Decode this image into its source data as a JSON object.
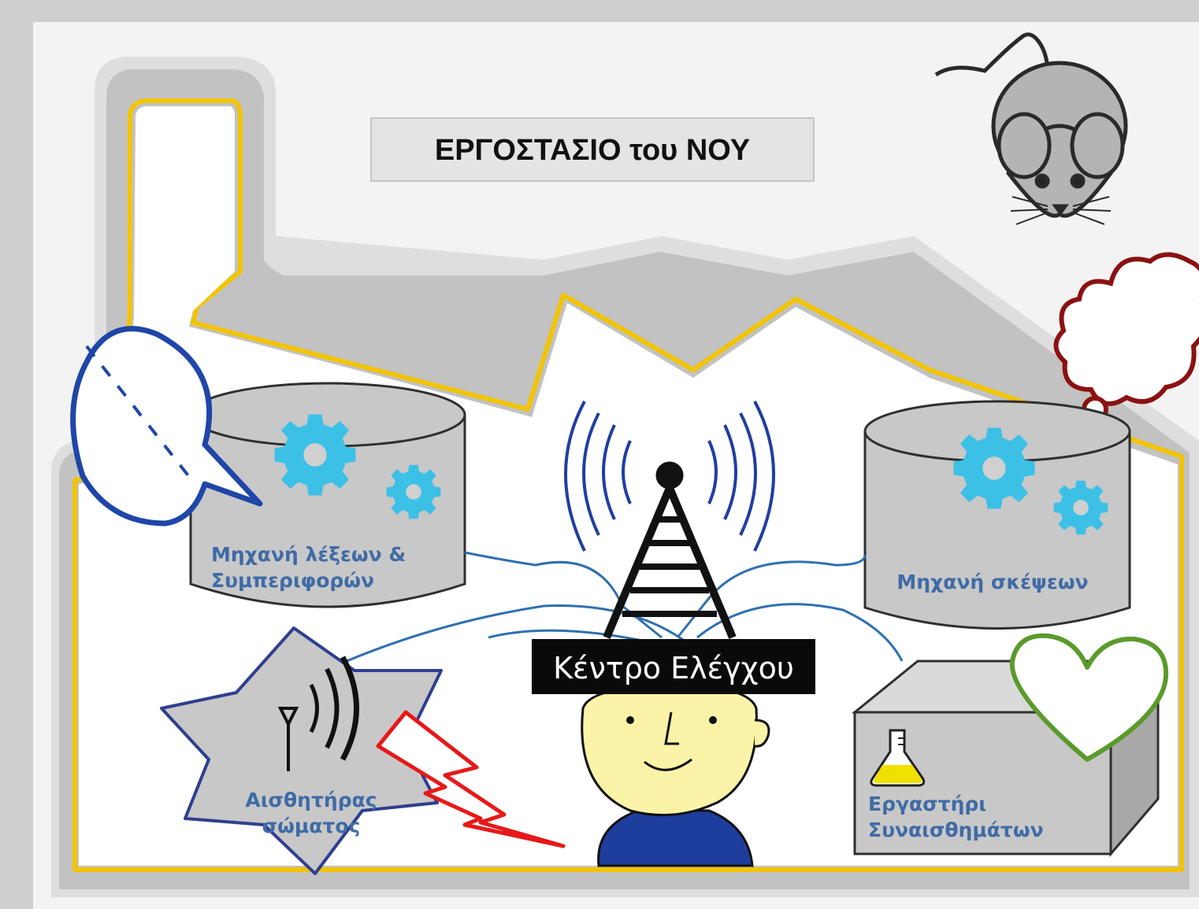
{
  "title": "ΕΡΓΟΣΤΑΣΙΟ του ΝΟΥ",
  "control_center": "Κέντρο Ελέγχου",
  "words_engine": {
    "line1": "Μηχανή λέξεων &",
    "line2": "Συμπεριφορών"
  },
  "thoughts_engine": "Μηχανή σκέψεων",
  "body_sensor": {
    "line1": "Αισθητήρας",
    "line2": "σώματος"
  },
  "emotions_lab": {
    "line1": "Εργαστήρι",
    "line2": "Συναισθημάτων"
  },
  "colors": {
    "label_blue": "#3f6ba6",
    "factory_gray": "#c9c9c9",
    "stripe_yellow": "#f2c400",
    "gear_cyan": "#3cc0e6",
    "speech_blue": "#1f46a8",
    "cloud_red": "#8b1111",
    "heart_green": "#5a9a2a",
    "bolt_red": "#e61919",
    "face_yellow": "#fbf3a8",
    "shirt_blue": "#1e3e9e"
  },
  "icons": [
    "mouse-icon",
    "speech-bubble-icon",
    "thought-cloud-icon",
    "gear-icon",
    "antenna-tower-icon",
    "heart-icon",
    "flask-icon",
    "lightning-bolt-icon",
    "signal-waves-icon"
  ]
}
